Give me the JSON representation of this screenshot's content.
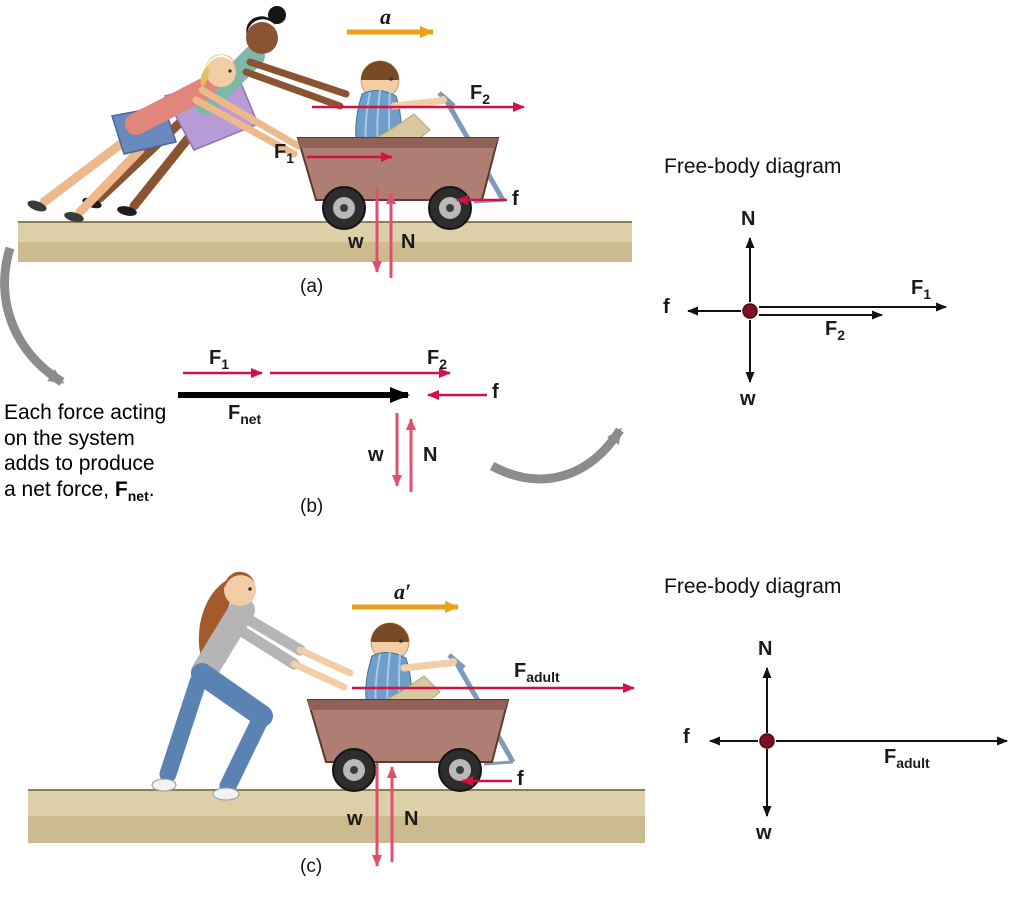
{
  "panel_a": {
    "caption": "(a)",
    "acceleration_label": "a",
    "f1": {
      "base": "F",
      "sub": "1"
    },
    "f2": {
      "base": "F",
      "sub": "2"
    },
    "friction_label": "f",
    "weight_label": "w",
    "normal_label": "N"
  },
  "panel_b": {
    "caption": "(b)",
    "f1": {
      "base": "F",
      "sub": "1"
    },
    "f2": {
      "base": "F",
      "sub": "2"
    },
    "fnet": {
      "base": "F",
      "sub": "net"
    },
    "friction_label": "f",
    "weight_label": "w",
    "normal_label": "N"
  },
  "panel_c": {
    "caption": "(c)",
    "acceleration_label": "a′",
    "fadult": {
      "base": "F",
      "sub": "adult"
    },
    "friction_label": "f",
    "weight_label": "w",
    "normal_label": "N"
  },
  "annotation": {
    "lines": [
      "Each force acting",
      "on the system",
      "adds to produce"
    ],
    "last_line_pre": "a net force, ",
    "fnet": {
      "base": "F",
      "sub": "net"
    },
    "last_line_post": "."
  },
  "fbd_top": {
    "title": "Free-body diagram",
    "normal_label": "N",
    "weight_label": "w",
    "friction_label": "f",
    "f1": {
      "base": "F",
      "sub": "1"
    },
    "f2": {
      "base": "F",
      "sub": "2"
    }
  },
  "fbd_bottom": {
    "title": "Free-body diagram",
    "normal_label": "N",
    "weight_label": "w",
    "friction_label": "f",
    "fadult": {
      "base": "F",
      "sub": "adult"
    }
  },
  "colors": {
    "force_arrow_red": "#d21245",
    "weight_normal_pink": "#e0506e",
    "acceleration_orange": "#e9a11b",
    "net_force_black": "#000000",
    "fbd_arrow_black": "#111111",
    "fbd_dot_maroon": "#7e1120",
    "ground_tan": "#ddd0a9",
    "wagon_brown": "#ad7e71",
    "label_color": "#1a1a1a",
    "curved_arrow_gray": "#8c8c8c"
  }
}
